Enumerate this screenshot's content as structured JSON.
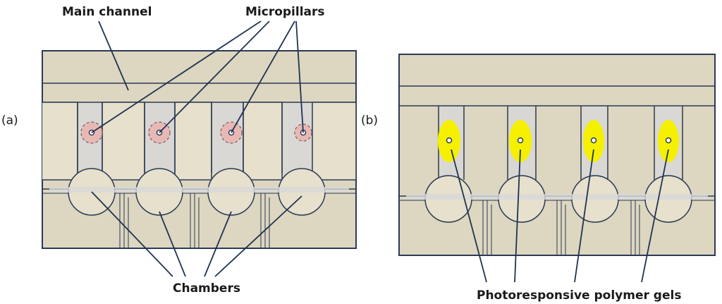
{
  "panels": {
    "a": {
      "tag": "(a)"
    },
    "b": {
      "tag": "(b)"
    }
  },
  "labels": {
    "main_channel": "Main channel",
    "micropillars": "Micropillars",
    "chambers": "Chambers",
    "gels": "Photoresponsive polymer gels"
  },
  "colors": {
    "chip_fill": "#ddd6c0",
    "outline": "#2b3a55",
    "channel_fill": "#d8d8d8",
    "pillar_zone": "#e8b9b4",
    "gel": "#f5f000",
    "leader": "#1f3350"
  }
}
